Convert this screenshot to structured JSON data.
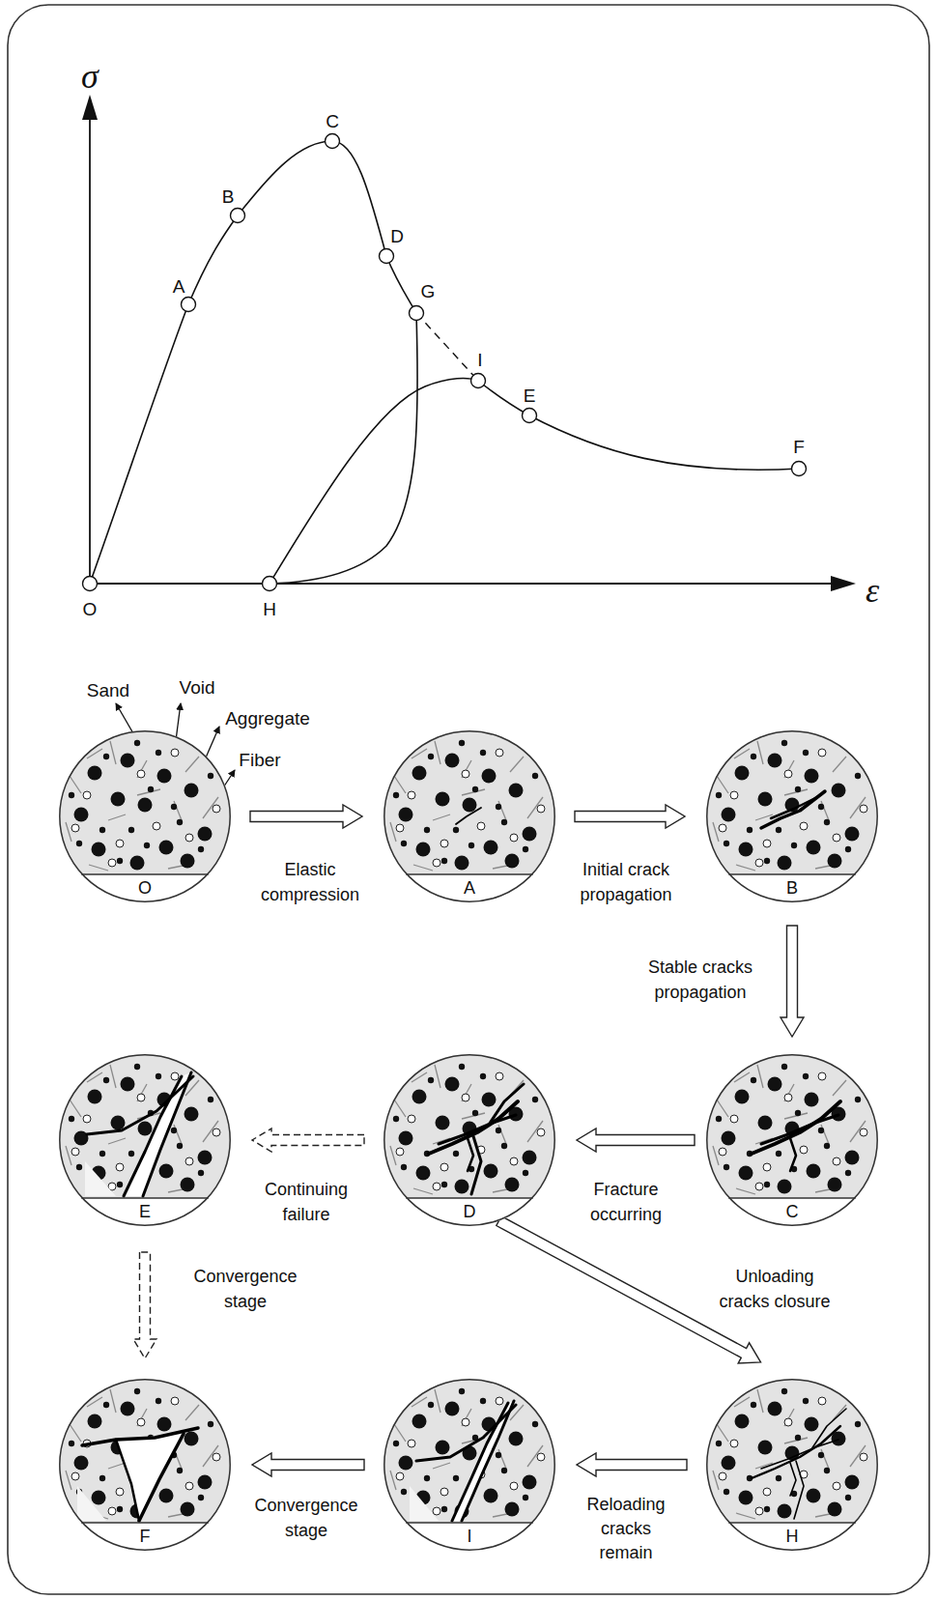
{
  "diagram": {
    "nodes": [
      {
        "text": [
          "O"
        ]
      },
      {
        "text": [
          "A"
        ]
      },
      {
        "text": [
          "B"
        ]
      },
      {
        "text": [
          "E"
        ]
      },
      {
        "text": [
          "D"
        ]
      },
      {
        "text": [
          "C"
        ]
      },
      {
        "text": [
          "F"
        ]
      },
      {
        "text": [
          "I"
        ]
      },
      {
        "text": [
          "H"
        ]
      }
    ],
    "edges": [
      {
        "from": 0,
        "to": 1,
        "arrow": "to",
        "label": "Elastic compression"
      },
      {
        "from": 1,
        "to": 2,
        "arrow": "to",
        "label": "Initial crack propagation"
      },
      {
        "from": 2,
        "to": 5,
        "arrow": "to",
        "label": "Stable cracks propagation"
      },
      {
        "from": 5,
        "to": 4,
        "arrow": "to",
        "label": "Fracture occurring"
      },
      {
        "from": 4,
        "to": 3,
        "arrow": "to",
        "label": "Continuing failure"
      },
      {
        "from": 3,
        "to": 6,
        "arrow": "to",
        "label": "Convergence stage"
      },
      {
        "from": 4,
        "to": 8,
        "arrow": "to",
        "label": "Unloading cracks closure"
      },
      {
        "from": 8,
        "to": 7,
        "arrow": "to",
        "label": "Reloading cracks remain"
      },
      {
        "from": 7,
        "to": 6,
        "arrow": "to",
        "label": "Convergence stage"
      }
    ],
    "labels": [
      "σ",
      "C",
      "B",
      "A",
      "D",
      "G",
      "I",
      "E",
      "F",
      "O",
      "H",
      "ε",
      "Sand",
      "Void",
      "Aggregate",
      "Fiber"
    ]
  }
}
